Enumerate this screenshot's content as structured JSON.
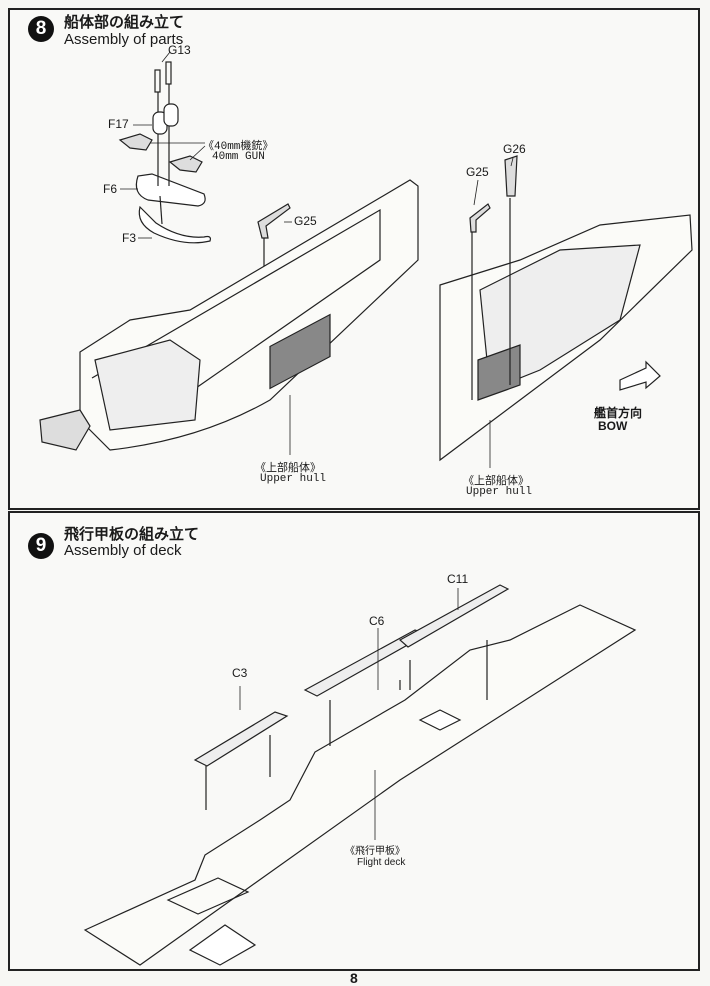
{
  "step8": {
    "number": "8",
    "title_jp": "船体部の組み立て",
    "title_en": "Assembly of parts",
    "parts": {
      "g13": "G13",
      "f17": "F17",
      "f6": "F6",
      "f3": "F3",
      "g25_left": "G25",
      "g25_right": "G25",
      "g26": "G26"
    },
    "gun_label_jp": "《40mm機銃》",
    "gun_label_en": "40mm GUN",
    "hull_left_jp": "《上部船体》",
    "hull_left_en": "Upper hull",
    "hull_right_jp": "《上部船体》",
    "hull_right_en": "Upper hull",
    "bow_jp": "艦首方向",
    "bow_en": "BOW"
  },
  "step9": {
    "number": "9",
    "title_jp": "飛行甲板の組み立て",
    "title_en": "Assembly of deck",
    "parts": {
      "c3": "C3",
      "c6": "C6",
      "c11": "C11"
    },
    "deck_jp": "《飛行甲板》",
    "deck_en": "Flight deck"
  },
  "page_number": "8"
}
